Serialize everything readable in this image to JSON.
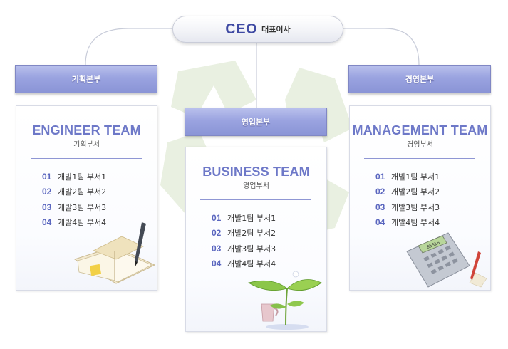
{
  "ceo": {
    "title": "CEO",
    "subtitle": "대표이사"
  },
  "divisions": {
    "planning": "기획본부",
    "sales": "영업본부",
    "management": "경영본부"
  },
  "teams": {
    "engineer": {
      "title": "ENGINEER TEAM",
      "subtitle": "기획부서",
      "items": [
        {
          "num": "01",
          "label": "개발1팀 부서1"
        },
        {
          "num": "02",
          "label": "개발2팀 부서2"
        },
        {
          "num": "03",
          "label": "개발3팀 부서3"
        },
        {
          "num": "04",
          "label": "개발4팀 부서4"
        }
      ]
    },
    "business": {
      "title": "BUSINESS TEAM",
      "subtitle": "영업부서",
      "items": [
        {
          "num": "01",
          "label": "개발1팀 부서1"
        },
        {
          "num": "02",
          "label": "개발2팀 부서2"
        },
        {
          "num": "03",
          "label": "개발3팀 부서3"
        },
        {
          "num": "04",
          "label": "개발4팀 부서4"
        }
      ]
    },
    "management": {
      "title": "MANAGEMENT TEAM",
      "subtitle": "경영부서",
      "items": [
        {
          "num": "01",
          "label": "개발1팀 부서1"
        },
        {
          "num": "02",
          "label": "개발2팀 부서2"
        },
        {
          "num": "03",
          "label": "개발3팀 부서3"
        },
        {
          "num": "04",
          "label": "개발4팀 부서4"
        }
      ]
    }
  },
  "icons": {
    "background": "recycle-icon",
    "engineer": "book-and-pen-icon",
    "business": "sprout-and-cup-icon",
    "management": "calculator-icon"
  },
  "calculator_display": "85316",
  "colors": {
    "accent": "#6d78c8",
    "bar": "#9aa3e0",
    "line": "#8f96d4",
    "recycle_green": "#e6eedd"
  }
}
